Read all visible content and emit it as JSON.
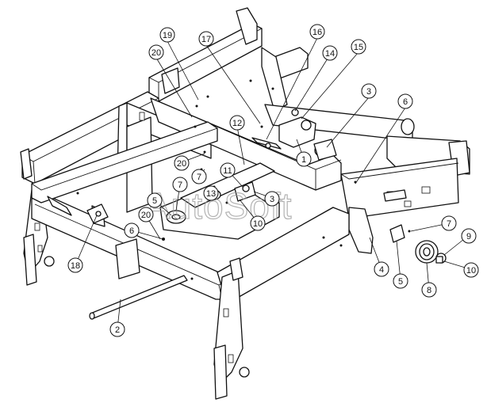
{
  "watermark": "AutoSoft",
  "colors": {
    "line": "#111111",
    "background": "#ffffff",
    "watermark": "#9a9a9a"
  },
  "callouts": [
    {
      "id": "19",
      "label": "19"
    },
    {
      "id": "17",
      "label": "17"
    },
    {
      "id": "16",
      "label": "16"
    },
    {
      "id": "15",
      "label": "15"
    },
    {
      "id": "14",
      "label": "14"
    },
    {
      "id": "20a",
      "label": "20"
    },
    {
      "id": "3a",
      "label": "3"
    },
    {
      "id": "6a",
      "label": "6"
    },
    {
      "id": "12",
      "label": "12"
    },
    {
      "id": "1",
      "label": "1"
    },
    {
      "id": "20b",
      "label": "20"
    },
    {
      "id": "7a",
      "label": "7"
    },
    {
      "id": "11",
      "label": "11"
    },
    {
      "id": "7b",
      "label": "7"
    },
    {
      "id": "13",
      "label": "13"
    },
    {
      "id": "3b",
      "label": "3"
    },
    {
      "id": "5a",
      "label": "5"
    },
    {
      "id": "10a",
      "label": "10"
    },
    {
      "id": "20c",
      "label": "20"
    },
    {
      "id": "6b",
      "label": "6"
    },
    {
      "id": "7c",
      "label": "7"
    },
    {
      "id": "9",
      "label": "9"
    },
    {
      "id": "18",
      "label": "18"
    },
    {
      "id": "4",
      "label": "4"
    },
    {
      "id": "5b",
      "label": "5"
    },
    {
      "id": "8",
      "label": "8"
    },
    {
      "id": "10b",
      "label": "10"
    },
    {
      "id": "2",
      "label": "2"
    }
  ]
}
